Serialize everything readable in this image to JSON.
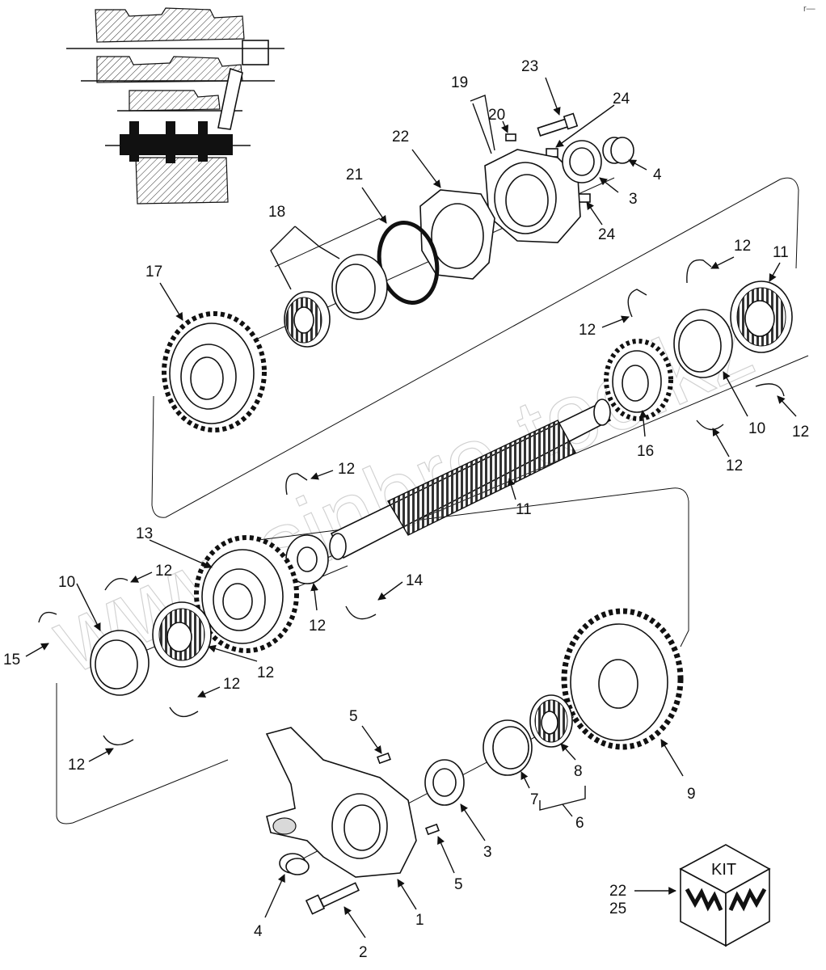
{
  "diagram": {
    "callouts": [
      {
        "id": "c23",
        "text": "23"
      },
      {
        "id": "c19",
        "text": "19"
      },
      {
        "id": "c24a",
        "text": "24"
      },
      {
        "id": "c20",
        "text": "20"
      },
      {
        "id": "c22",
        "text": "22"
      },
      {
        "id": "c4a",
        "text": "4"
      },
      {
        "id": "c3a",
        "text": "3"
      },
      {
        "id": "c21",
        "text": "21"
      },
      {
        "id": "c24b",
        "text": "24"
      },
      {
        "id": "c18",
        "text": "18"
      },
      {
        "id": "c12a",
        "text": "12"
      },
      {
        "id": "c11a",
        "text": "11"
      },
      {
        "id": "c17",
        "text": "17"
      },
      {
        "id": "c12b",
        "text": "12"
      },
      {
        "id": "c10a",
        "text": "10"
      },
      {
        "id": "c12c",
        "text": "12"
      },
      {
        "id": "c16",
        "text": "16"
      },
      {
        "id": "c12d",
        "text": "12"
      },
      {
        "id": "c12e",
        "text": "12"
      },
      {
        "id": "c11b",
        "text": "11"
      },
      {
        "id": "c13",
        "text": "13"
      },
      {
        "id": "c10b",
        "text": "10"
      },
      {
        "id": "c12f",
        "text": "12"
      },
      {
        "id": "c12g",
        "text": "12"
      },
      {
        "id": "c14",
        "text": "14"
      },
      {
        "id": "c12h",
        "text": "12"
      },
      {
        "id": "c15",
        "text": "15"
      },
      {
        "id": "c12i",
        "text": "12"
      },
      {
        "id": "c12j",
        "text": "12"
      },
      {
        "id": "c5a",
        "text": "5"
      },
      {
        "id": "c8",
        "text": "8"
      },
      {
        "id": "c9",
        "text": "9"
      },
      {
        "id": "c7",
        "text": "7"
      },
      {
        "id": "c6",
        "text": "6"
      },
      {
        "id": "c3b",
        "text": "3"
      },
      {
        "id": "c5b",
        "text": "5"
      },
      {
        "id": "c1",
        "text": "1"
      },
      {
        "id": "c4b",
        "text": "4"
      },
      {
        "id": "c2",
        "text": "2"
      }
    ],
    "kit": {
      "label": "KIT",
      "parts": [
        "22",
        "25"
      ]
    },
    "watermark": "www.sinbro-toc.kz",
    "corner_mark": "r—"
  }
}
